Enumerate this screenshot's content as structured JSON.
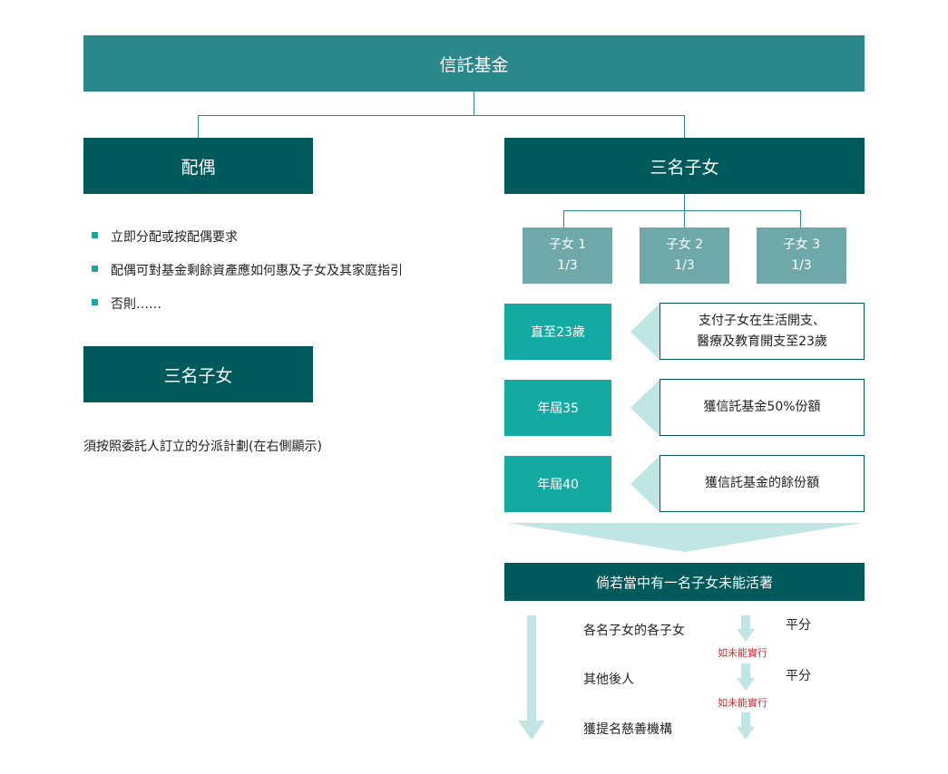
{
  "top": {
    "title": "信託基金"
  },
  "left": {
    "spouse_title": "配偶",
    "bullets": [
      "立即分配或按配偶要求",
      "配偶可對基金剩餘資產應如何惠及子女及其家庭指引",
      "否則……"
    ],
    "children_title": "三名子女",
    "children_note": "須按照委託人訂立的分派計劃(在右側顯示)"
  },
  "right": {
    "children_title": "三名子女",
    "children": [
      {
        "name": "子女 1",
        "share": "1/3"
      },
      {
        "name": "子女 2",
        "share": "1/3"
      },
      {
        "name": "子女 3",
        "share": "1/3"
      }
    ],
    "stages": [
      {
        "age": "直至23歲",
        "desc_lines": [
          "支付子女在生活開支、",
          "醫療及教育開支至23歲"
        ]
      },
      {
        "age": "年屆35",
        "desc_lines": [
          "獲信託基金50%份額"
        ]
      },
      {
        "age": "年屆40",
        "desc_lines": [
          "獲信託基金的餘份額"
        ]
      }
    ],
    "contingency_title": "倘若當中有一名子女未能活著",
    "succession": [
      "各名子女的各子女",
      "其他後人",
      "獲提名慈善機構"
    ],
    "split_labels": [
      "平分",
      "平分"
    ],
    "fallback_labels": [
      "如未能實行",
      "如未能實行"
    ]
  },
  "colors": {
    "top": "#2a888c",
    "dark": "#005a5c",
    "child": "#6ea8a8",
    "age": "#12aaa2",
    "arrow": "#bfe5e4",
    "red": "#d9262c"
  }
}
